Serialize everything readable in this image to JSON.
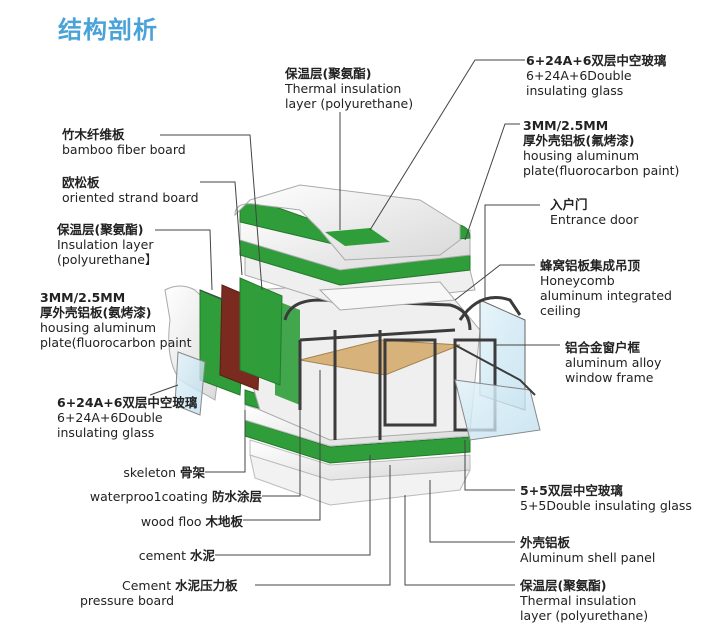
{
  "title": "结构剖析",
  "labels": {
    "thermal_top": {
      "zh": "保温层(聚氨酯)",
      "en1": "Thermal insulation",
      "en2": "layer (polyurethane)"
    },
    "glass_top": {
      "zh": "6+24A+6双层中空玻璃",
      "en1": "6+24A+6Double",
      "en2": "insulating glass"
    },
    "bamboo": {
      "zh": "竹木纤维板",
      "en1": "bamboo fiber board"
    },
    "osb": {
      "zh": "欧松板",
      "en1": "oriented strand board"
    },
    "alu_right": {
      "zh1": "3MM/2.5MM",
      "zh2": "厚外壳铝板(氟烤漆)",
      "en1": "housing aluminum",
      "en2": "plate(fluorocarbon paint)"
    },
    "insulation_left": {
      "zh": "保温层(聚氨酯)",
      "en1": "Insulation layer",
      "en2": "(polyurethane】"
    },
    "entrance": {
      "zh": "入户门",
      "en1": "Entrance door"
    },
    "honeycomb": {
      "zh": "蜂窝铝板集成吊顶",
      "en1": "Honeycomb",
      "en2": "aluminum integrated",
      "en3": "ceiling"
    },
    "alu_left": {
      "zh1": "3MM/2.5MM",
      "zh2": "厚外壳铝板(氨烤漆)",
      "en1": "housing aluminum",
      "en2": "plate(fluorocarbon paint"
    },
    "window_frame": {
      "zh": "铝合金窗户框",
      "en1": "aluminum alloy",
      "en2": "window frame"
    },
    "glass_left": {
      "zh": "6+24A+6双层中空玻璃",
      "en1": "6+24A+6Double",
      "en2": "insulating glass"
    },
    "skeleton": {
      "en": "skeleton",
      "zh": "骨架"
    },
    "waterproof": {
      "en": "waterproo1coating",
      "zh": "防水涂层"
    },
    "woodfloor": {
      "en": "wood floo",
      "zh": "木地板"
    },
    "cement": {
      "en": "cement",
      "zh": "水泥"
    },
    "cement_board": {
      "en1": "Cement",
      "zh": "水泥压力板",
      "en2": "pressure board"
    },
    "glass_55": {
      "zh": "5+5双层中空玻璃",
      "en1": "5+5Double insulating glass"
    },
    "shell_panel": {
      "zh": "外壳铝板",
      "en1": "Aluminum shell panel"
    },
    "thermal_bottom": {
      "zh": "保温层(聚氨酯)",
      "en1": "Thermal insulation",
      "en2": "layer (polyurethane)"
    }
  },
  "colors": {
    "title": "#4aa3d8",
    "green_panel": "#2f9e3a",
    "brown_panel": "#7a2a1e",
    "frame": "#3b3b3b",
    "wood": "#d7b27a",
    "leader": "#444444",
    "glass": "#cfe8f2"
  }
}
